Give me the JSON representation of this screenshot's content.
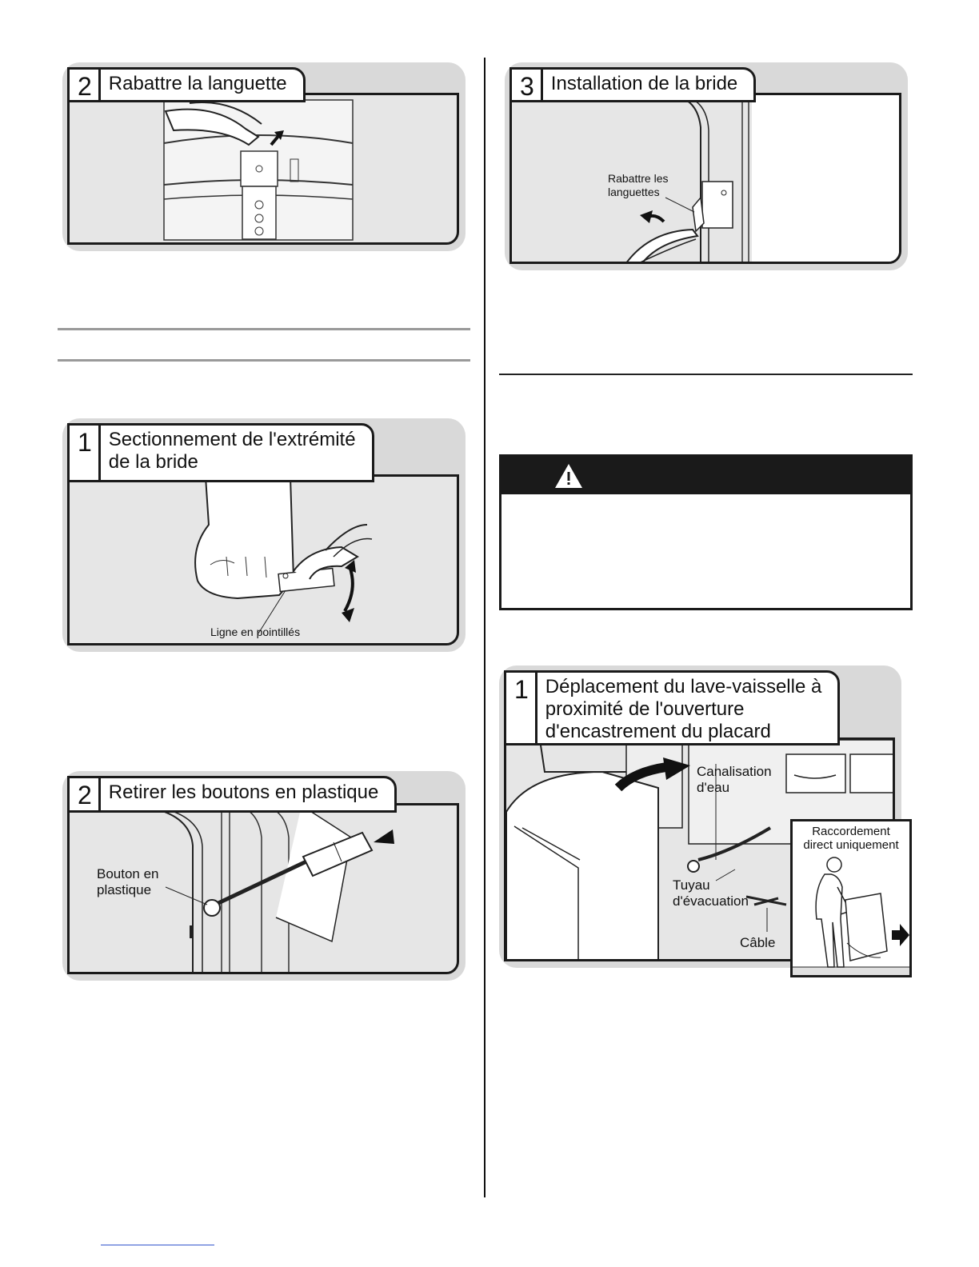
{
  "panels": {
    "p_left_top": {
      "num": "2",
      "title": "Rabattre la languette"
    },
    "p_right_top": {
      "num": "3",
      "title": "Installation de la bride",
      "callout": "Rabattre les\nlanguettes"
    },
    "p_left_mid": {
      "num": "1",
      "title": "Sectionnement de l'extrémité\nde la bride",
      "callout": "Ligne en pointillés"
    },
    "p_left_bot": {
      "num": "2",
      "title": "Retirer les boutons en plastique",
      "callout": "Bouton en\nplastique"
    },
    "p_right_bot": {
      "num": "1",
      "title": "Déplacement du lave-vaisselle à\nproximité de l'ouverture\nd'encastrement du placard",
      "callout_water": "Canalisation\nd'eau",
      "callout_drain": "Tuyau\nd'évacuation",
      "callout_cable": "Câble",
      "inset_label": "Raccordement\ndirect uniquement"
    }
  },
  "warning": {
    "icon": "warning-triangle-icon"
  },
  "colors": {
    "panel_bg": "#e6e6e6",
    "panel_shadow": "#d9d9d9",
    "border": "#1a1a1a",
    "warning_bar": "#1a1a1a"
  }
}
